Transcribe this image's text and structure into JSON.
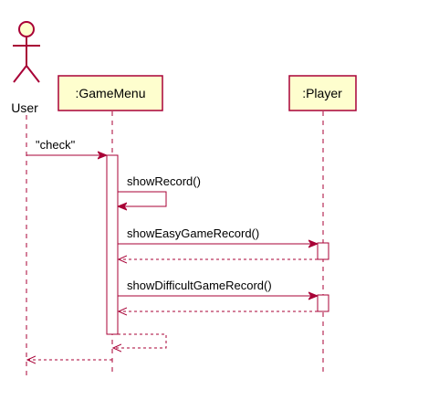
{
  "colors": {
    "line": "#A80036",
    "participant_fill": "#FEFECE",
    "activation_fill": "#FFFFFF",
    "text": "#000000"
  },
  "actors": [
    {
      "id": "user",
      "label": "User"
    }
  ],
  "participants": [
    {
      "id": "gamemenu",
      "label": ":GameMenu"
    },
    {
      "id": "player",
      "label": ":Player"
    }
  ],
  "messages": [
    {
      "from": "user",
      "to": "gamemenu",
      "label": "\"check\"",
      "style": "solid"
    },
    {
      "from": "gamemenu",
      "to": "gamemenu",
      "label": "showRecord()",
      "style": "solid"
    },
    {
      "from": "gamemenu",
      "to": "player",
      "label": "showEasyGameRecord()",
      "style": "solid"
    },
    {
      "from": "player",
      "to": "gamemenu",
      "label": "",
      "style": "dashed"
    },
    {
      "from": "gamemenu",
      "to": "player",
      "label": "showDifficultGameRecord()",
      "style": "solid"
    },
    {
      "from": "player",
      "to": "gamemenu",
      "label": "",
      "style": "dashed"
    },
    {
      "from": "gamemenu",
      "to": "gamemenu",
      "label": "",
      "style": "dashed"
    },
    {
      "from": "gamemenu",
      "to": "user",
      "label": "",
      "style": "dashed"
    }
  ]
}
